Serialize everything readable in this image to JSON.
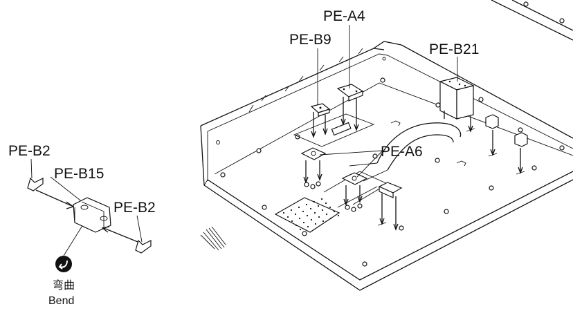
{
  "labels": {
    "pe_a4": "PE-A4",
    "pe_b9": "PE-B9",
    "pe_b21": "PE-B21",
    "pe_a6": "PE-A6",
    "pe_b2_top": "PE-B2",
    "pe_b15": "PE-B15",
    "pe_b2_right": "PE-B2"
  },
  "bend": {
    "icon": "bend-arrow-icon",
    "chinese": "弯曲",
    "english": "Bend"
  }
}
